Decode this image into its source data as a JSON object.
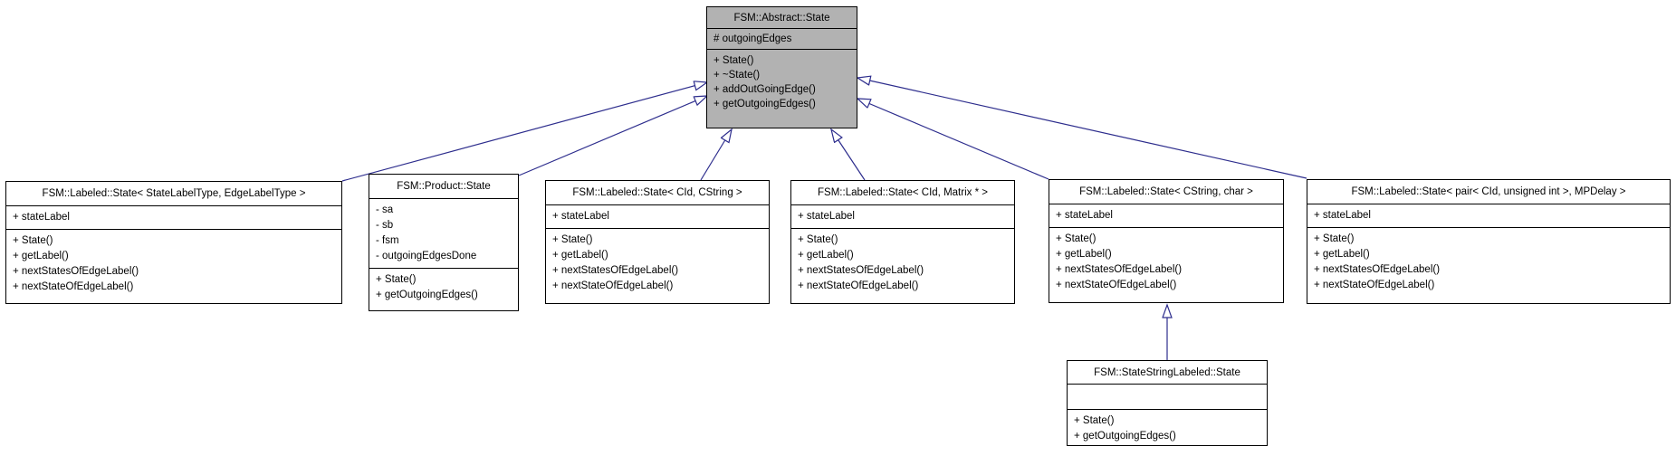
{
  "diagram": {
    "type": "uml-class-inheritance",
    "background_color": "#ffffff",
    "arrow_color": "#2d2d8d",
    "highlight_fill": "#b2b2b2",
    "classes": [
      {
        "id": "abstract-state",
        "title": "FSM::Abstract::State",
        "attributes": [
          "# outgoingEdges"
        ],
        "methods": [
          "+ State()",
          "+ ~State()",
          "+ addOutGoingEdge()",
          "+ getOutgoingEdges()"
        ]
      },
      {
        "id": "labeled-generic",
        "title": "FSM::Labeled::State< StateLabelType, EdgeLabelType >",
        "attributes": [
          "+ stateLabel"
        ],
        "methods": [
          "+ State()",
          "+ getLabel()",
          "+ nextStatesOfEdgeLabel()",
          "+ nextStateOfEdgeLabel()"
        ]
      },
      {
        "id": "product-state",
        "title": "FSM::Product::State",
        "attributes": [
          "- sa",
          "- sb",
          "- fsm",
          "- outgoingEdgesDone"
        ],
        "methods": [
          "+ State()",
          "+ getOutgoingEdges()"
        ]
      },
      {
        "id": "labeled-cid-cstring",
        "title": "FSM::Labeled::State< CId, CString >",
        "attributes": [
          "+ stateLabel"
        ],
        "methods": [
          "+ State()",
          "+ getLabel()",
          "+ nextStatesOfEdgeLabel()",
          "+ nextStateOfEdgeLabel()"
        ]
      },
      {
        "id": "labeled-cid-matrix",
        "title": "FSM::Labeled::State< CId, Matrix * >",
        "attributes": [
          "+ stateLabel"
        ],
        "methods": [
          "+ State()",
          "+ getLabel()",
          "+ nextStatesOfEdgeLabel()",
          "+ nextStateOfEdgeLabel()"
        ]
      },
      {
        "id": "labeled-cstring-char",
        "title": "FSM::Labeled::State< CString, char >",
        "attributes": [
          "+ stateLabel"
        ],
        "methods": [
          "+ State()",
          "+ getLabel()",
          "+ nextStatesOfEdgeLabel()",
          "+ nextStateOfEdgeLabel()"
        ]
      },
      {
        "id": "labeled-pair-mpdelay",
        "title": "FSM::Labeled::State< pair< CId, unsigned int >, MPDelay >",
        "attributes": [
          "+ stateLabel"
        ],
        "methods": [
          "+ State()",
          "+ getLabel()",
          "+ nextStatesOfEdgeLabel()",
          "+ nextStateOfEdgeLabel()"
        ]
      },
      {
        "id": "statestring-labeled",
        "title": "FSM::StateStringLabeled::State",
        "attributes": [],
        "methods": [
          "+ State()",
          "+ getOutgoingEdges()"
        ]
      }
    ],
    "inheritance": [
      {
        "derived": "FSM::Labeled::State< StateLabelType, EdgeLabelType >",
        "base": "FSM::Abstract::State"
      },
      {
        "derived": "FSM::Product::State",
        "base": "FSM::Abstract::State"
      },
      {
        "derived": "FSM::Labeled::State< CId, CString >",
        "base": "FSM::Abstract::State"
      },
      {
        "derived": "FSM::Labeled::State< CId, Matrix * >",
        "base": "FSM::Abstract::State"
      },
      {
        "derived": "FSM::Labeled::State< CString, char >",
        "base": "FSM::Abstract::State"
      },
      {
        "derived": "FSM::Labeled::State< pair< CId, unsigned int >, MPDelay >",
        "base": "FSM::Abstract::State"
      },
      {
        "derived": "FSM::StateStringLabeled::State",
        "base": "FSM::Labeled::State< CString, char >"
      }
    ]
  }
}
